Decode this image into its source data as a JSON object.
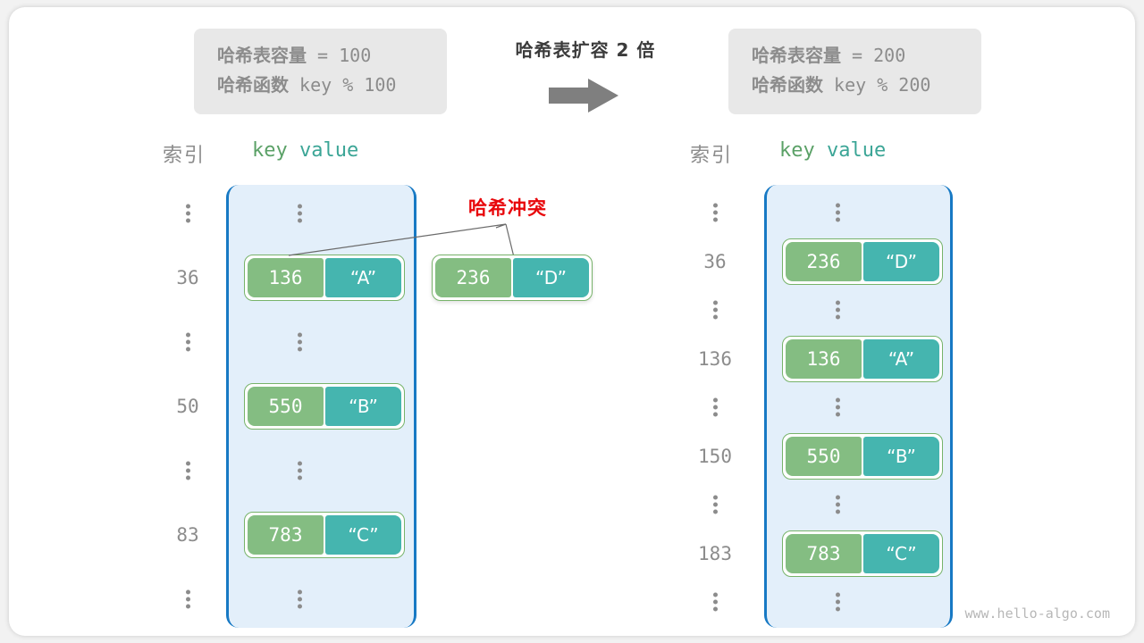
{
  "title": "哈希表扩容 2 倍",
  "watermark": "www.hello-algo.com",
  "colors": {
    "key_fill": "#84bd82",
    "value_fill": "#45b5af",
    "bucket_fill": "#e3effa",
    "bucket_border": "#1779c4",
    "pair_border": "#77b36a",
    "collision_text": "#e8070b",
    "index_text": "#8c8c8c",
    "info_box_bg": "#e8e8e8",
    "arrow": "#7f7f7f"
  },
  "info_left": {
    "line1_label": "哈希表容量",
    "line1_value": "= 100",
    "line2_label": "哈希函数",
    "line2_value": "key % 100"
  },
  "info_right": {
    "line1_label": "哈希表容量",
    "line1_value": "= 200",
    "line2_label": "哈希函数",
    "line2_value": "key % 200"
  },
  "headers": {
    "index": "索引",
    "key": "key",
    "value": "value"
  },
  "collision": {
    "label": "哈希冲突",
    "key": "236",
    "value": "“D”"
  },
  "left_table": {
    "rows": [
      {
        "type": "dots",
        "index": ""
      },
      {
        "type": "pair",
        "index": "36",
        "key": "136",
        "value": "“A”"
      },
      {
        "type": "dots",
        "index": ""
      },
      {
        "type": "pair",
        "index": "50",
        "key": "550",
        "value": "“B”"
      },
      {
        "type": "dots",
        "index": ""
      },
      {
        "type": "pair",
        "index": "83",
        "key": "783",
        "value": "“C”"
      },
      {
        "type": "dots",
        "index": ""
      }
    ]
  },
  "right_table": {
    "rows": [
      {
        "type": "dots",
        "index": ""
      },
      {
        "type": "pair",
        "index": "36",
        "key": "236",
        "value": "“D”"
      },
      {
        "type": "dots",
        "index": ""
      },
      {
        "type": "pair",
        "index": "136",
        "key": "136",
        "value": "“A”"
      },
      {
        "type": "dots",
        "index": ""
      },
      {
        "type": "pair",
        "index": "150",
        "key": "550",
        "value": "“B”"
      },
      {
        "type": "dots",
        "index": ""
      },
      {
        "type": "pair",
        "index": "183",
        "key": "783",
        "value": "“C”"
      },
      {
        "type": "dots",
        "index": ""
      }
    ]
  }
}
